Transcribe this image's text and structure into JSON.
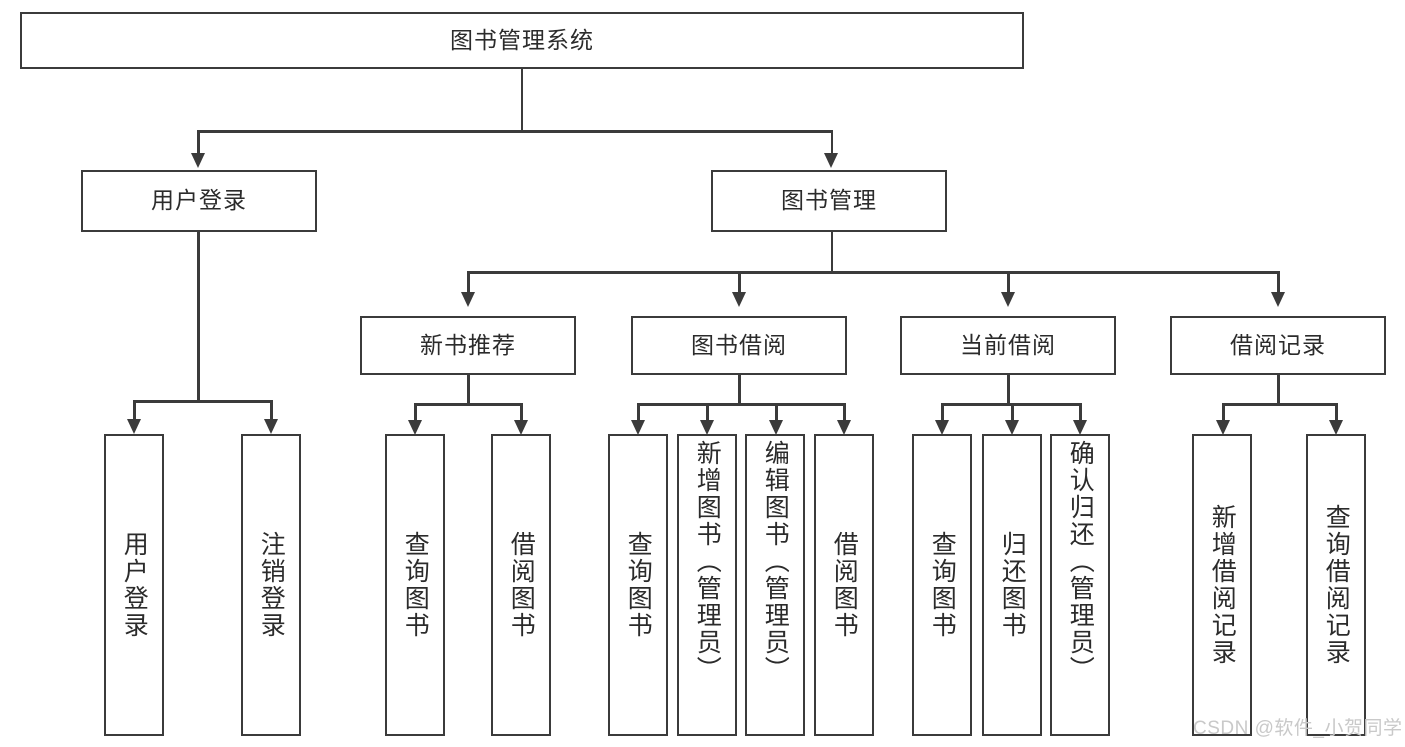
{
  "diagram": {
    "type": "tree-hierarchy-chart",
    "title": "图书管理系统",
    "root": {
      "id": "root",
      "label": "图书管理系统"
    },
    "level2": [
      {
        "id": "user-login",
        "label": "用户登录"
      },
      {
        "id": "book-management",
        "label": "图书管理"
      }
    ],
    "level3": [
      {
        "id": "new-book-recommend",
        "label": "新书推荐",
        "parent": "book-management"
      },
      {
        "id": "book-borrow",
        "label": "图书借阅",
        "parent": "book-management"
      },
      {
        "id": "current-borrow",
        "label": "当前借阅",
        "parent": "book-management"
      },
      {
        "id": "borrow-record",
        "label": "借阅记录",
        "parent": "book-management"
      }
    ],
    "leaves": {
      "user-login": [
        {
          "id": "leaf-user-login",
          "label": "用户登录"
        },
        {
          "id": "leaf-logout-login",
          "label": "注销登录"
        }
      ],
      "new-book-recommend": [
        {
          "id": "leaf-query-book-1",
          "label": "查询图书"
        },
        {
          "id": "leaf-borrow-book-1",
          "label": "借阅图书"
        }
      ],
      "book-borrow": [
        {
          "id": "leaf-query-book-2",
          "label": "查询图书"
        },
        {
          "id": "leaf-add-book",
          "label": "新增图书（管理员）"
        },
        {
          "id": "leaf-edit-book",
          "label": "编辑图书（管理员）"
        },
        {
          "id": "leaf-borrow-book-2",
          "label": "借阅图书"
        }
      ],
      "current-borrow": [
        {
          "id": "leaf-query-book-3",
          "label": "查询图书"
        },
        {
          "id": "leaf-return-book",
          "label": "归还图书"
        },
        {
          "id": "leaf-confirm-return",
          "label": "确认归还（管理员）"
        }
      ],
      "borrow-record": [
        {
          "id": "leaf-add-record",
          "label": "新增借阅记录"
        },
        {
          "id": "leaf-query-record",
          "label": "查询借阅记录"
        }
      ]
    }
  },
  "watermark": {
    "text": "CSDN @软件_小贺同学"
  },
  "colors": {
    "stroke": "#3b3b3b",
    "text": "#2b2b2b",
    "background": "#ffffff",
    "watermark": "#c9c9c9"
  }
}
